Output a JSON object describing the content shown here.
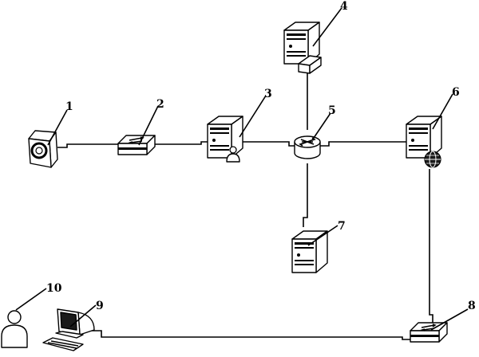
{
  "diagram": {
    "labels": {
      "n1": "1",
      "n2": "2",
      "n3": "3",
      "n4": "4",
      "n5": "5",
      "n6": "6",
      "n7": "7",
      "n8": "8",
      "n9": "9",
      "n10": "10"
    },
    "nodes": [
      {
        "id": "n1",
        "icon": "camera-icon"
      },
      {
        "id": "n2",
        "icon": "switch-icon"
      },
      {
        "id": "n3",
        "icon": "user-server-icon"
      },
      {
        "id": "n4",
        "icon": "firewall-server-icon"
      },
      {
        "id": "n5",
        "icon": "router-icon"
      },
      {
        "id": "n6",
        "icon": "web-server-icon"
      },
      {
        "id": "n7",
        "icon": "server-icon"
      },
      {
        "id": "n8",
        "icon": "switch-icon"
      },
      {
        "id": "n9",
        "icon": "computer-icon"
      },
      {
        "id": "n10",
        "icon": "person-icon"
      }
    ],
    "colors": {
      "stroke": "#000000",
      "background": "#ffffff",
      "face": "#ffffff",
      "dark": "#1a1a1a"
    }
  }
}
